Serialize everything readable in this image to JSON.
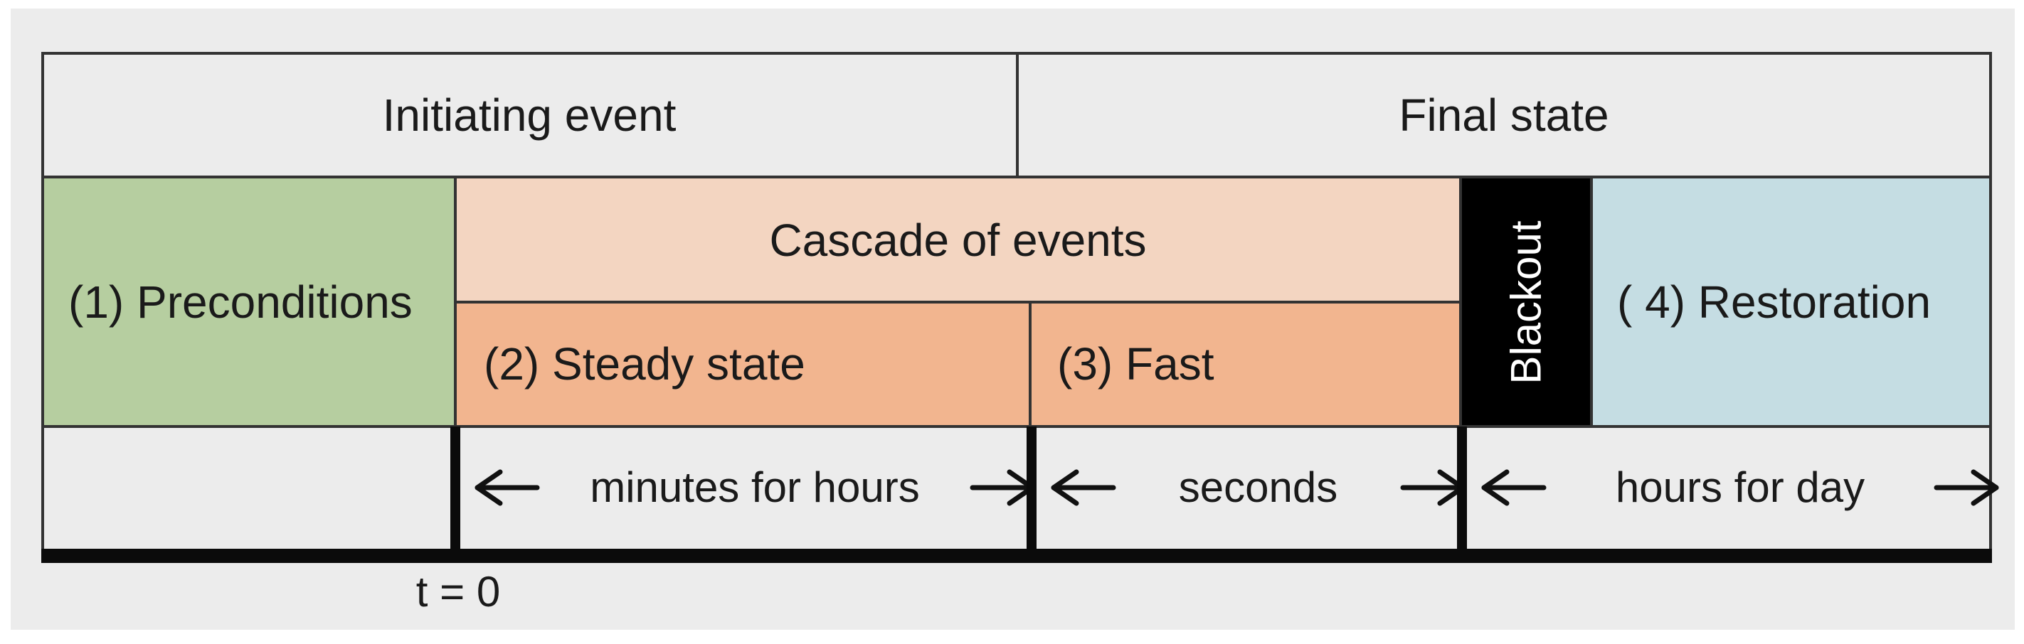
{
  "figure": {
    "title_semantics": "Blackout timeline phases diagram",
    "header": {
      "initiating_label": "Initiating event",
      "final_label": "Final state"
    },
    "phases": {
      "preconditions_label": "(1) Preconditions",
      "cascade_label": "Cascade of events",
      "steady_label": "(2) Steady state",
      "fast_label": "(3) Fast",
      "blackout_label": "Blackout",
      "restoration_label": "( 4) Restoration"
    },
    "time_axis": {
      "minutes_label": "minutes for hours",
      "seconds_label": "seconds",
      "hours_label": "hours for day",
      "t0_label": "t = 0"
    },
    "colors": {
      "page_background": "#ffffff",
      "panel_background": "#ececec",
      "preconditions_fill": "#b6cea0",
      "cascade_fill": "#f3d5c1",
      "steady_fast_fill": "#f2b58f",
      "blackout_fill": "#000000",
      "restoration_fill": "#c5dde3",
      "thin_line_color": "#333333",
      "thick_line_color": "#0b0b0b",
      "text_color": "#1a1a1a",
      "blackout_text_color": "#ffffff"
    }
  }
}
